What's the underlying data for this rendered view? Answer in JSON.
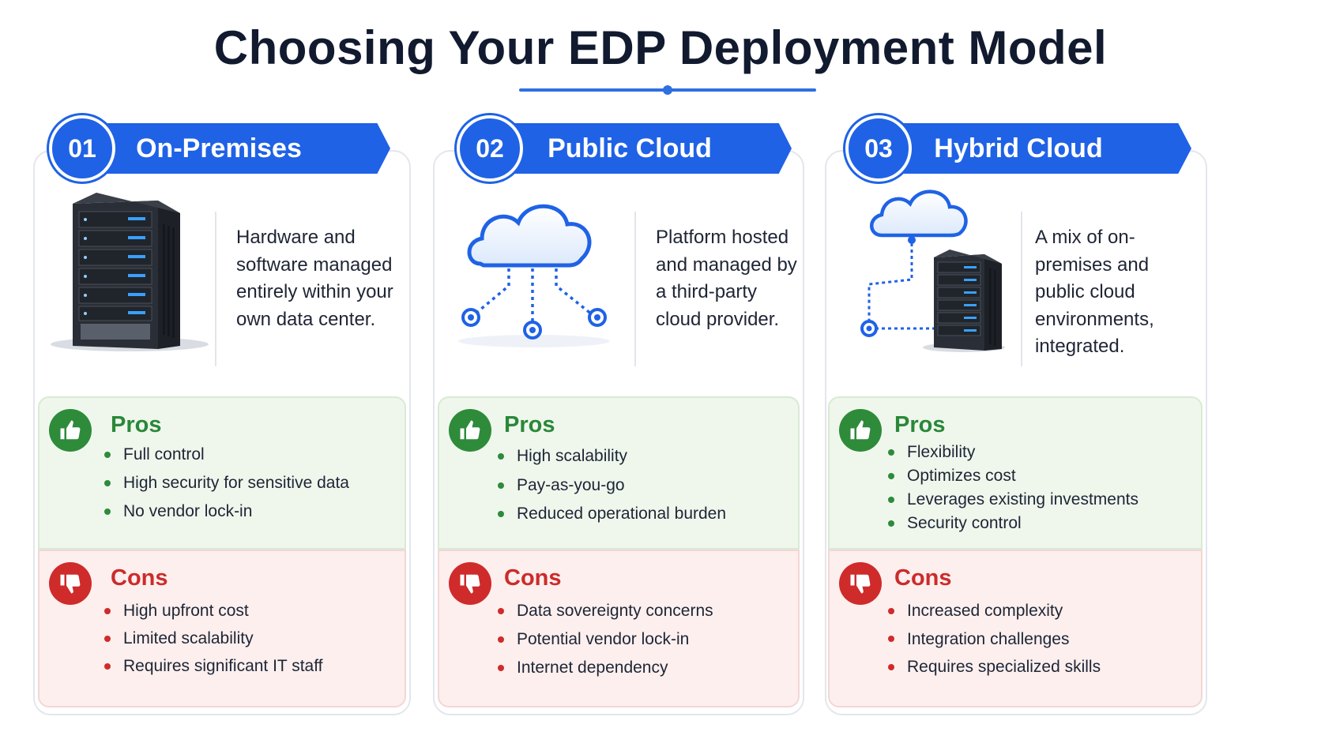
{
  "title": "Choosing Your EDP Deployment Model",
  "colors": {
    "accent": "#1f62e6",
    "pros": "#2e8b3a",
    "cons": "#cf2b2b"
  },
  "models": [
    {
      "number": "01",
      "name": "On-Premises",
      "illustration": "server-rack-icon",
      "description": "Hardware and software managed entirely within your own data center.",
      "pros_title": "Pros",
      "pros": [
        "Full control",
        "High security for sensitive data",
        "No vendor lock-in"
      ],
      "cons_title": "Cons",
      "cons": [
        "High upfront cost",
        "Limited scalability",
        "Requires significant IT staff"
      ]
    },
    {
      "number": "02",
      "name": "Public Cloud",
      "illustration": "cloud-network-icon",
      "description": "Platform hosted and managed by a third-party cloud provider.",
      "pros_title": "Pros",
      "pros": [
        "High scalability",
        "Pay-as-you-go",
        "Reduced operational burden"
      ],
      "cons_title": "Cons",
      "cons": [
        "Data sovereignty concerns",
        "Potential vendor lock-in",
        "Internet dependency"
      ]
    },
    {
      "number": "03",
      "name": "Hybrid Cloud",
      "illustration": "hybrid-cloud-server-icon",
      "description": "A mix of on-premises and public cloud environments, integrated.",
      "pros_title": "Pros",
      "pros": [
        "Flexibility",
        "Optimizes cost",
        "Leverages existing investments",
        "Security control"
      ],
      "cons_title": "Cons",
      "cons": [
        "Increased complexity",
        "Integration challenges",
        "Requires specialized skills"
      ]
    }
  ]
}
